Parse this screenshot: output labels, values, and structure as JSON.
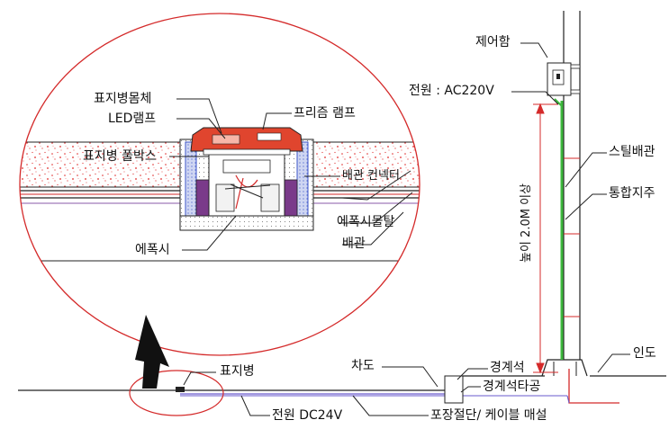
{
  "labels": {
    "marker_body": "표지병몸체",
    "led_lamp": "LED램프",
    "prism_lamp": "프리즘 램프",
    "marker_pull_box": "표지병 풀박스",
    "pipe_connector": "배관 컨넥터",
    "epoxy_mortar": "에폭시몰탈",
    "pipe": "배관",
    "epoxy": "에폭시",
    "control_box": "제어함",
    "power_ac": "전원 : AC220V",
    "height_note": "높이 2.0M 이상",
    "steel_pipe": "스틸배관",
    "integrated_pole": "통합지주",
    "sidewalk": "인도",
    "curb_stone": "경계석",
    "roadway": "차도",
    "curb_stone_bore": "경계석타공",
    "road_marker": "표지병",
    "power_dc": "전원 DC24V",
    "pavement_cut": "포장절단/ 케이블 매설"
  },
  "colors": {
    "ellipse": "#d42a2a",
    "pipe_green": "#3db83d",
    "cable_red": "#d42a2a",
    "cable_blue": "#6a5acd",
    "lamp_red": "#e0452e",
    "box_blue": "#3c55c8",
    "purple": "#7a3a8a"
  }
}
